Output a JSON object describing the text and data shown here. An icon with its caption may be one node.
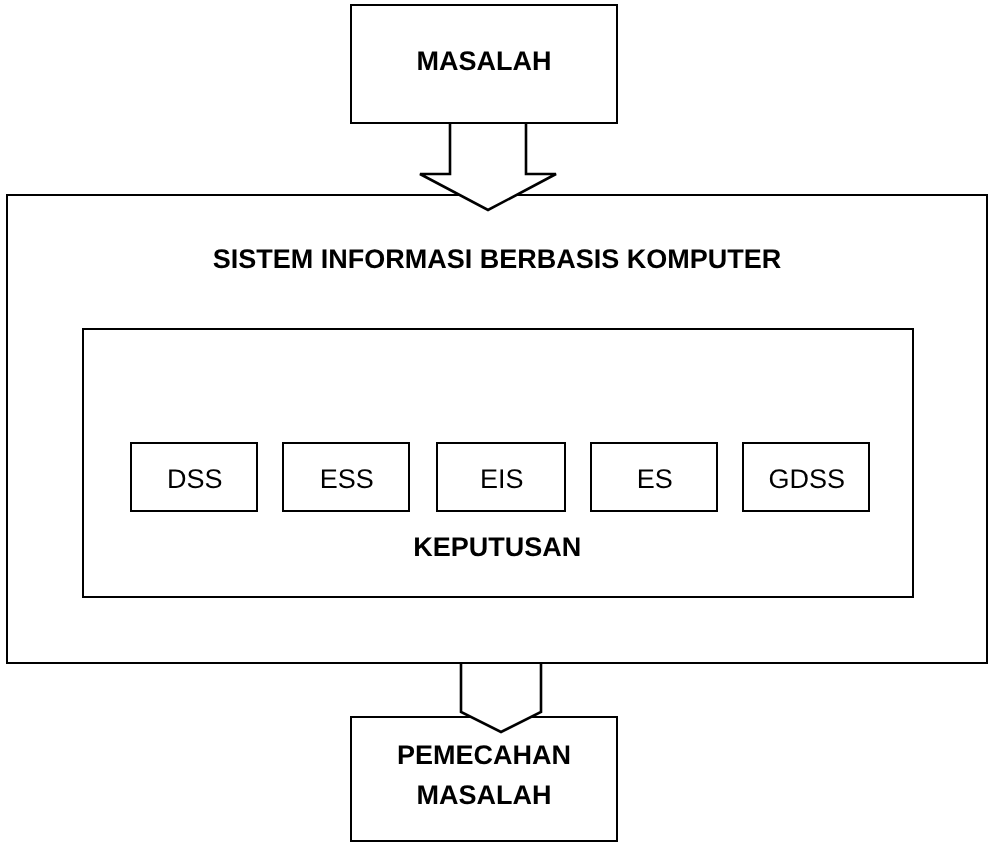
{
  "diagram": {
    "nodes": [
      {
        "text": [
          "MASALAH"
        ]
      },
      {
        "text": [
          "SISTEM INFORMASI BERBASIS KOMPUTER"
        ]
      },
      {
        "text": [
          "KEPUTUSAN"
        ],
        "in": 1
      },
      {
        "text": [
          "DSS"
        ],
        "in": 2
      },
      {
        "text": [
          "ESS"
        ],
        "in": 2
      },
      {
        "text": [
          "EIS"
        ],
        "in": 2
      },
      {
        "text": [
          "ES"
        ],
        "in": 2
      },
      {
        "text": [
          "GDSS"
        ],
        "in": 2
      },
      {
        "text": [
          "PEMECAHAN MASALAH"
        ]
      }
    ],
    "edges": [
      {
        "from": 0,
        "to": 1,
        "arrow": "to"
      },
      {
        "from": 1,
        "to": 8,
        "arrow": "to"
      }
    ]
  }
}
